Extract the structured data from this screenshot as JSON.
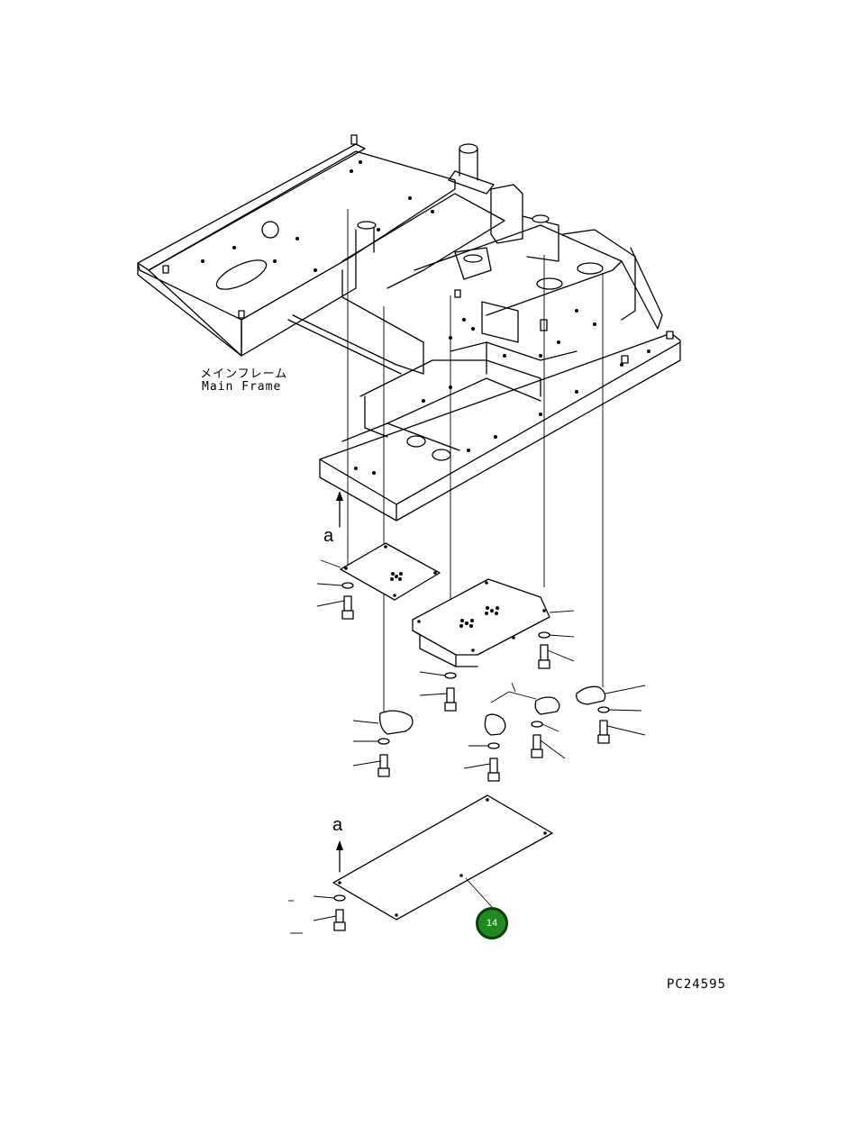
{
  "labels": {
    "main_frame_jp": "メインフレーム",
    "main_frame_en": "Main Frame",
    "view_a_top": "a",
    "view_a_bottom": "a",
    "drawing_number": "PC24595"
  },
  "callouts": [
    {
      "number": "14",
      "color": "#1f8a1f"
    }
  ]
}
